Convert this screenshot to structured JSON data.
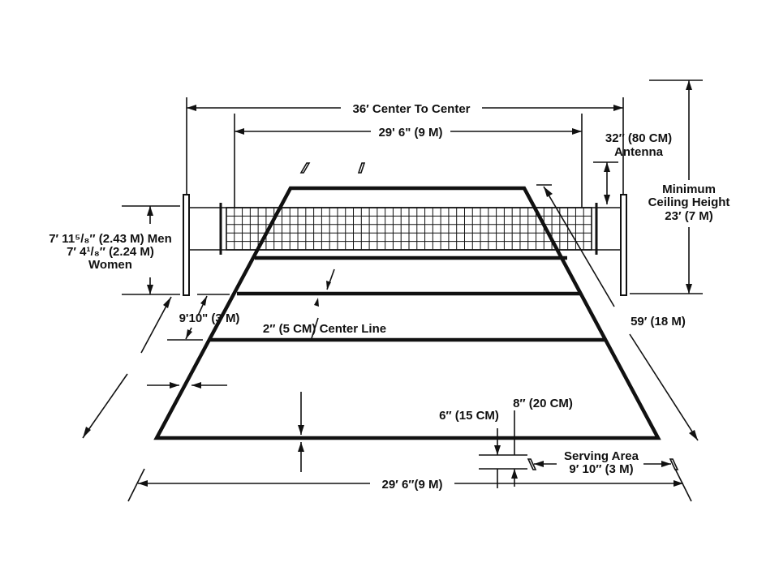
{
  "labels": {
    "center_to_center": "36′ Center To Center",
    "net_width": "29' 6\" (9 M)",
    "antenna_1": "32″ (80 CM)",
    "antenna_2": "Antenna",
    "ceiling_1": "Minimum",
    "ceiling_2": "Ceiling Height",
    "ceiling_3": "23′ (7 M)",
    "net_height_men": "7′ 11⁵/₈″ (2.43 M) Men",
    "net_height_women": "7′ 4¹/₈″ (2.24 M)",
    "women": "Women",
    "attack_zone": "9'10\" (3 M)",
    "center_line": "2″ (5 CM) Center Line",
    "court_length": "59′ (18 M)",
    "line_6in": "6″ (15 CM)",
    "line_8in": "8″ (20 CM)",
    "serving_1": "Serving Area",
    "serving_2": "9′ 10″ (3 M)",
    "court_width": "29′ 6″(9 M)"
  }
}
